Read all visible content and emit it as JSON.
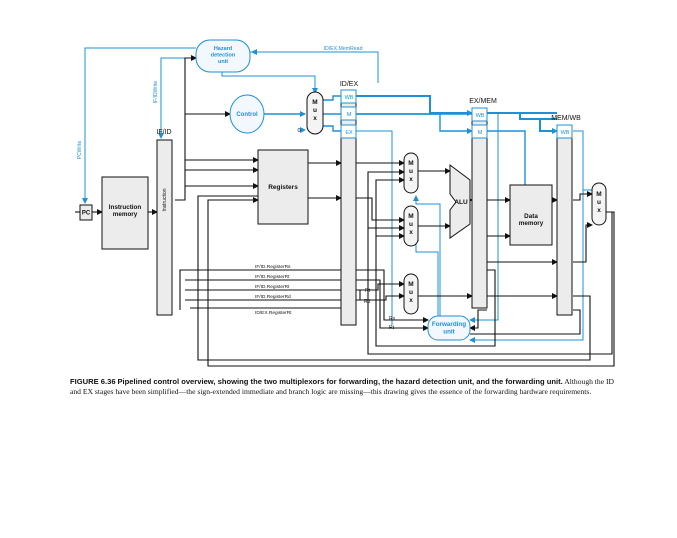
{
  "diagram": {
    "blocks": {
      "pc": "PC",
      "instruction_memory": "Instruction\nmemory",
      "registers": "Registers",
      "alu": "ALU",
      "data_memory": "Data\nmemory",
      "hazard_unit": "Hazard\ndetection\nunit",
      "control": "Control",
      "forwarding_unit": "Forwarding\nunit",
      "mux": "M\nu\nx"
    },
    "pipeline_registers": {
      "if_id": "IF/ID",
      "id_ex": "ID/EX",
      "ex_mem": "EX/MEM",
      "mem_wb": "MEM/WB"
    },
    "control_fields": {
      "wb": "WB",
      "m": "M",
      "ex": "EX"
    },
    "signals": {
      "pc_write": "PCWrite",
      "if_id_write": "IF/IDWrite",
      "id_ex_memread": "ID/EX.MemRead",
      "instruction": "Instruction",
      "zero": "0",
      "rs": "Rs",
      "rt": "Rt",
      "rd": "Rd",
      "if_id_rs": "IF/ID.RegisterRs",
      "if_id_rt_1": "IF/ID.RegisterRt",
      "if_id_rt_2": "IF/ID.RegisterRt",
      "if_id_rd": "IF/ID.RegisterRd",
      "id_ex_rt": "ID/EX.RegisterRt"
    }
  },
  "caption": {
    "label": "FIGURE 6.36",
    "title": "Pipelined control overview, showing the two multiplexors for forwarding, the hazard detection unit, and the forwarding unit.",
    "body": "Although the ID and EX stages have been simplified—the sign-extended immediate and branch logic are missing—this drawing gives the essence of the forwarding hardware requirements."
  },
  "colors": {
    "blue": "#1e90d6",
    "black": "#111111",
    "box_fill": "#ececec",
    "mux_fill": "#f4f4f4"
  }
}
